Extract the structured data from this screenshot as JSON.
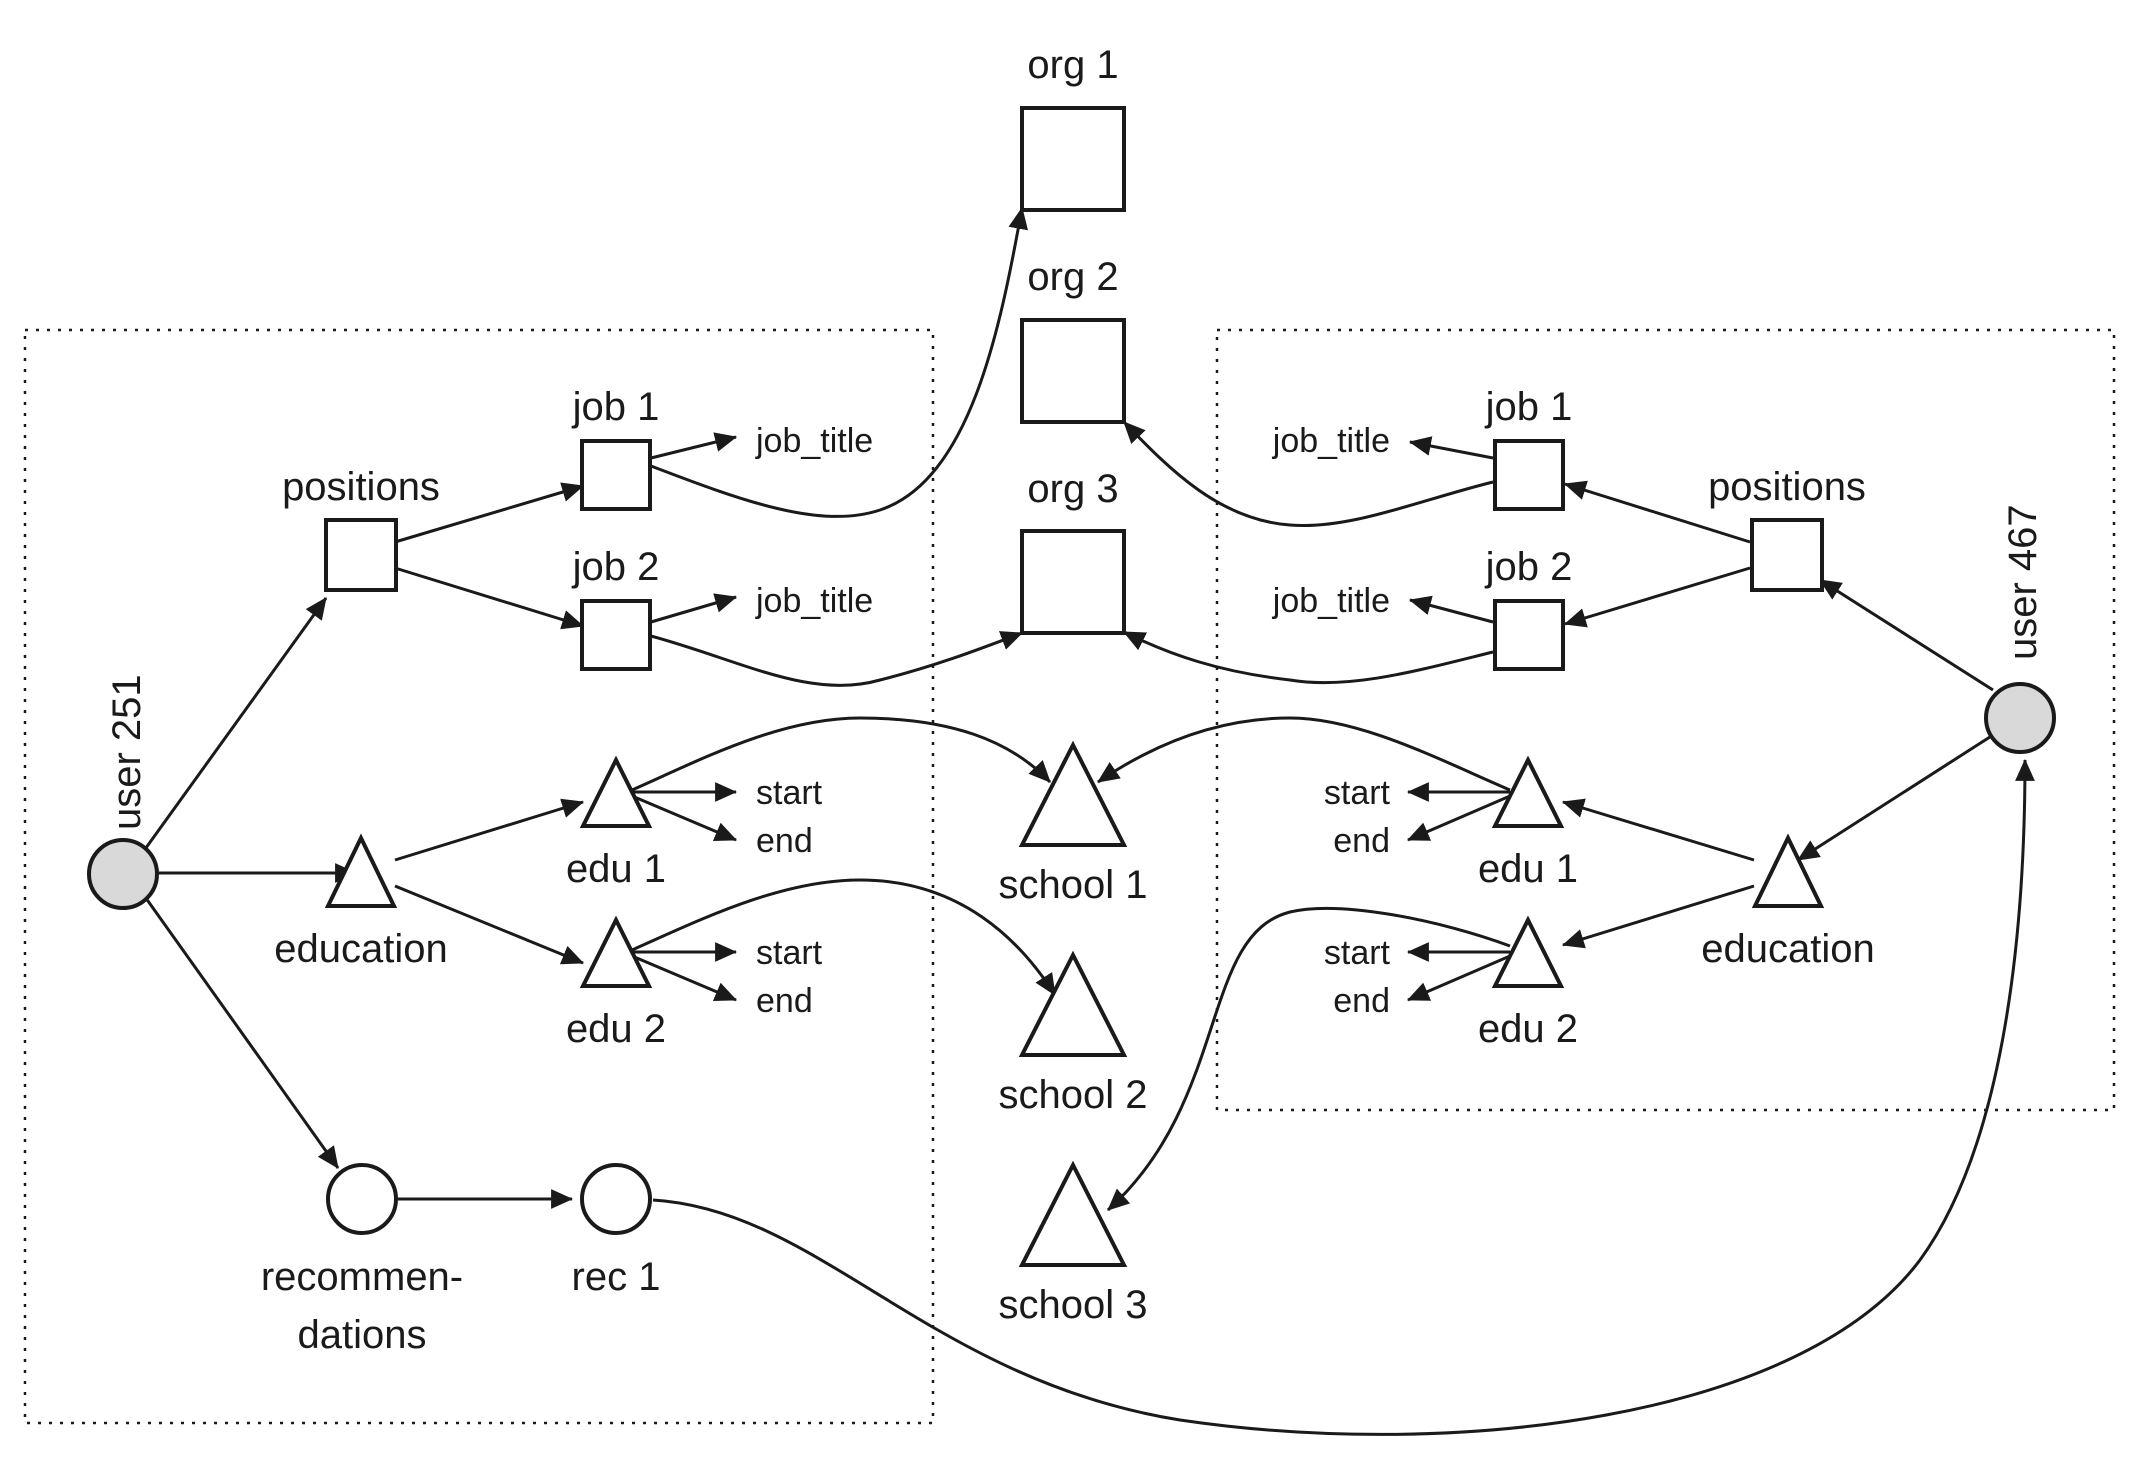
{
  "colors": {
    "ink": "#1a1a1a",
    "user_fill": "#d9d9d9",
    "background": "#ffffff"
  },
  "labels": {
    "org1": "org 1",
    "org2": "org 2",
    "org3": "org 3",
    "school1": "school 1",
    "school2": "school 2",
    "school3": "school 3",
    "user251": "user 251",
    "user467": "user 467",
    "left_positions": "positions",
    "left_job1": "job 1",
    "left_job2": "job 2",
    "left_job1_title": "job_title",
    "left_job2_title": "job_title",
    "left_education": "education",
    "left_edu1": "edu 1",
    "left_edu2": "edu 2",
    "left_edu1_start": "start",
    "left_edu1_end": "end",
    "left_edu2_start": "start",
    "left_edu2_end": "end",
    "left_recommendations_1": "recommen-",
    "left_recommendations_2": "dations",
    "left_rec1": "rec 1",
    "right_positions": "positions",
    "right_job1": "job 1",
    "right_job2": "job 2",
    "right_job1_title": "job_title",
    "right_job2_title": "job_title",
    "right_education": "education",
    "right_edu1": "edu 1",
    "right_edu2": "edu 2",
    "right_edu1_start": "start",
    "right_edu1_end": "end",
    "right_edu2_start": "start",
    "right_edu2_end": "end"
  }
}
